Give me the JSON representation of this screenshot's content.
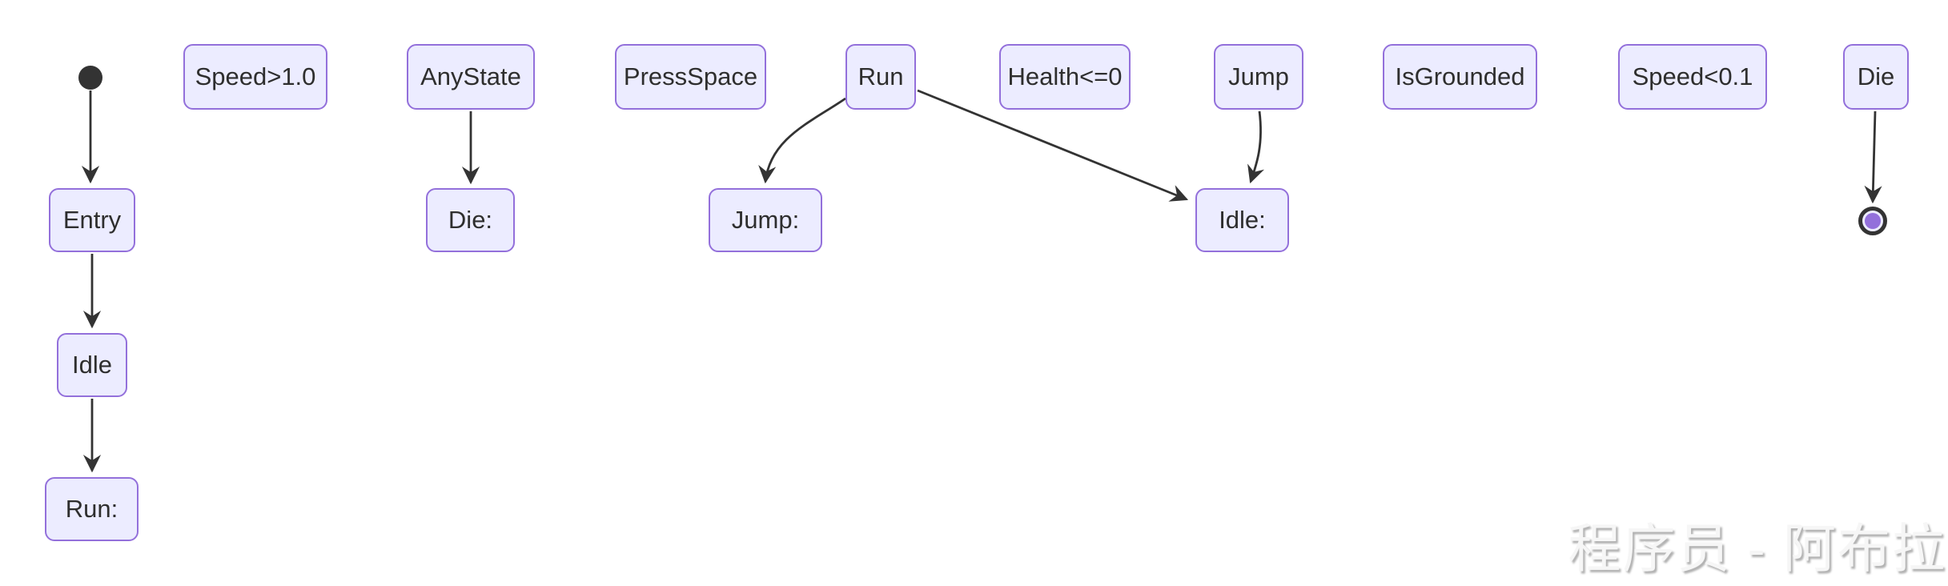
{
  "diagram": {
    "type": "state-diagram",
    "background": "#ffffff",
    "colors": {
      "node_fill": "#ECECFF",
      "node_border": "#9370DB",
      "node_text": "#2e2e2e",
      "edge": "#333333",
      "initial_marker_fill": "#333333",
      "final_marker_ring": "#333333",
      "final_marker_fill": "#ECECFF",
      "final_marker_dot": "#9370DB"
    },
    "nodes": [
      {
        "id": "speed-gt-1",
        "label": "Speed>1.0"
      },
      {
        "id": "anystate",
        "label": "AnyState"
      },
      {
        "id": "pressspace",
        "label": "PressSpace"
      },
      {
        "id": "run",
        "label": "Run"
      },
      {
        "id": "health-le-0",
        "label": "Health<=0"
      },
      {
        "id": "jump",
        "label": "Jump"
      },
      {
        "id": "isgrounded",
        "label": "IsGrounded"
      },
      {
        "id": "speed-lt-0-1",
        "label": "Speed<0.1"
      },
      {
        "id": "die",
        "label": "Die"
      },
      {
        "id": "entry",
        "label": "Entry"
      },
      {
        "id": "die-desc",
        "label": "Die:"
      },
      {
        "id": "jump-desc",
        "label": "Jump:"
      },
      {
        "id": "idle-desc",
        "label": "Idle:"
      },
      {
        "id": "idle",
        "label": "Idle"
      },
      {
        "id": "run-desc",
        "label": "Run:"
      }
    ],
    "edges": [
      {
        "from": "initial",
        "to": "Entry"
      },
      {
        "from": "Entry",
        "to": "Idle"
      },
      {
        "from": "Idle",
        "to": "Run:"
      },
      {
        "from": "AnyState",
        "to": "Die:"
      },
      {
        "from": "Run",
        "to": "Jump:"
      },
      {
        "from": "Run",
        "to": "Idle:"
      },
      {
        "from": "Jump",
        "to": "Idle:"
      },
      {
        "from": "Die",
        "to": "final"
      }
    ],
    "watermark": "程序员 - 阿布拉"
  }
}
